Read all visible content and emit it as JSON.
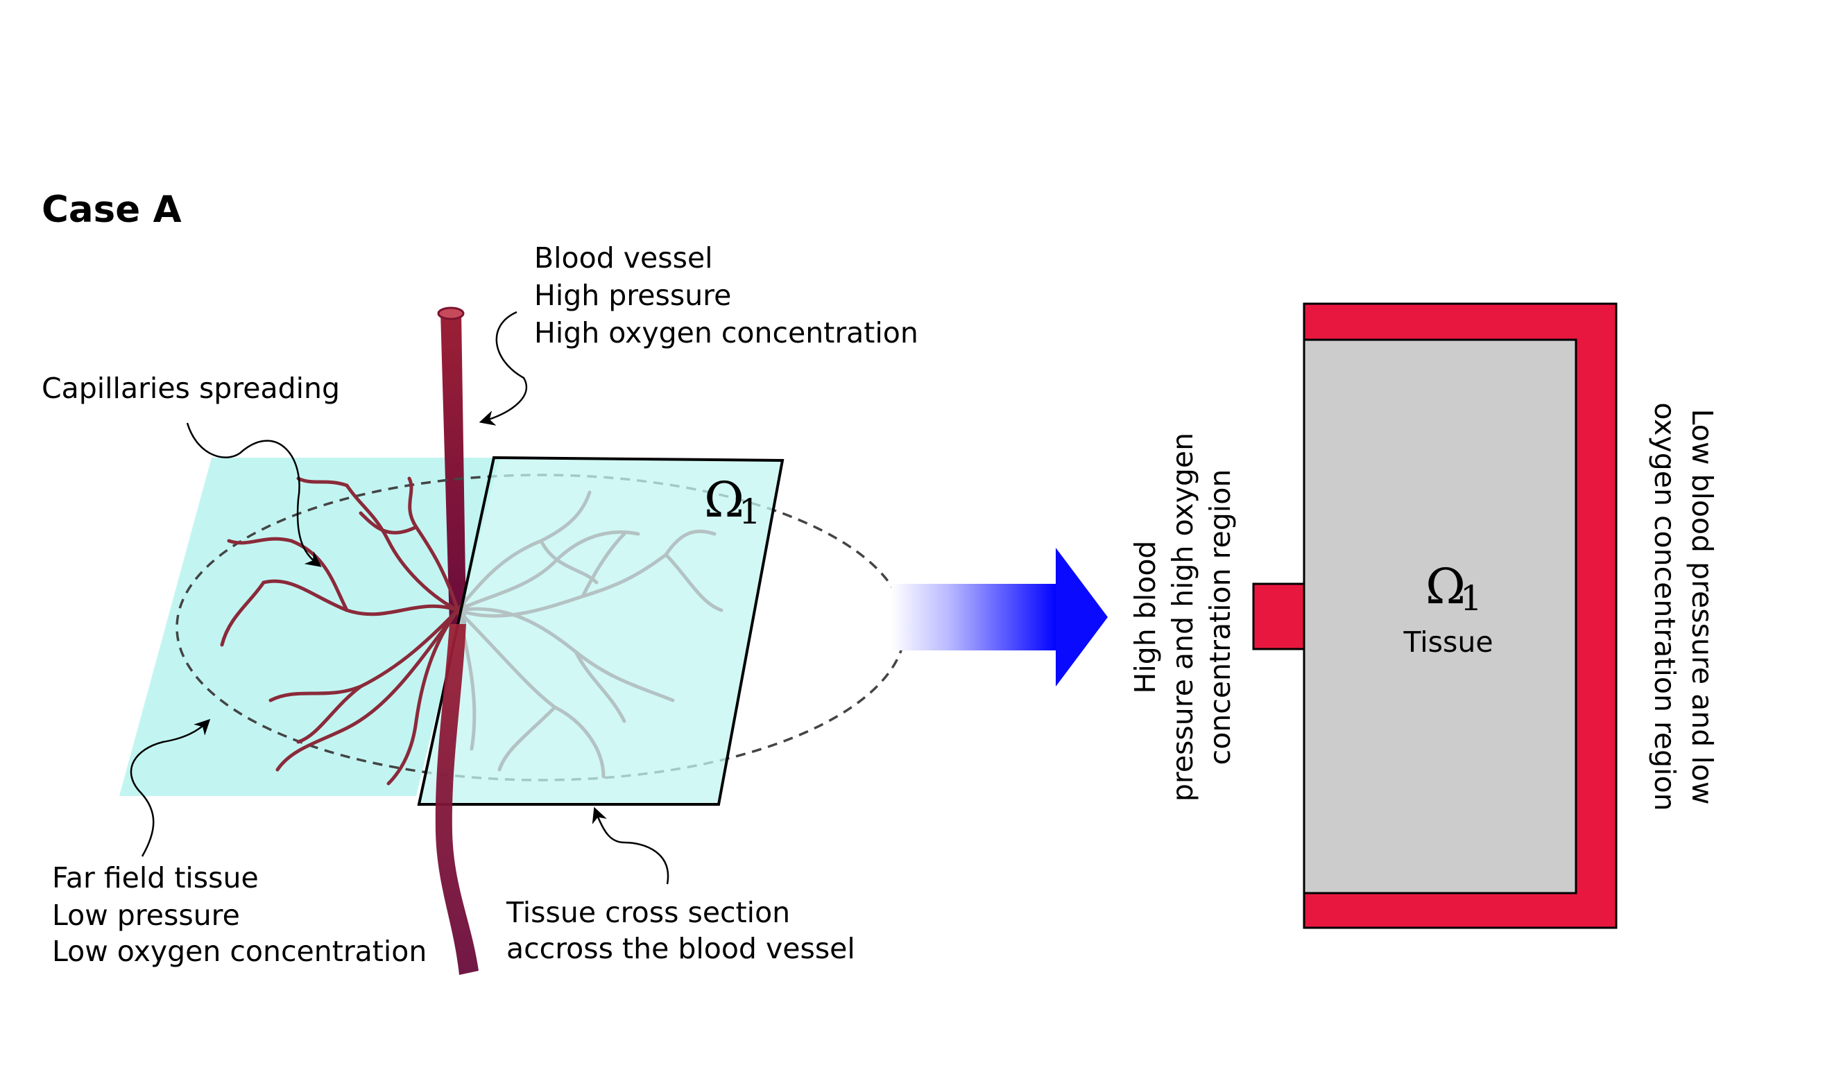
{
  "title": "Case A",
  "left_panel": {
    "vessel_label": [
      "Blood vessel",
      "High pressure",
      "High oxygen concentration"
    ],
    "capillaries_label": "Capillaries spreading",
    "far_field_label": [
      "Far field tissue",
      "Low pressure",
      "Low oxygen concentration"
    ],
    "cross_section_label": [
      "Tissue cross section",
      "accross the blood vessel"
    ],
    "domain_symbol": "Ω",
    "domain_subscript": "1"
  },
  "right_panel": {
    "domain_symbol": "Ω",
    "domain_subscript": "1",
    "tissue_label": "Tissue",
    "left_label": [
      "High blood",
      "pressure and high oxygen",
      "concentration region"
    ],
    "right_label": [
      "Low blood pressure and low",
      "oxygen concentration region"
    ]
  },
  "colors": {
    "tissue_plane": "#c2f5f2",
    "vessel": "#8b1a3a",
    "capillary": "#8b2a3a",
    "boundary_red": "#e8173f",
    "tissue_gray": "#cccccc",
    "arrow_blue": "#1010ff"
  }
}
